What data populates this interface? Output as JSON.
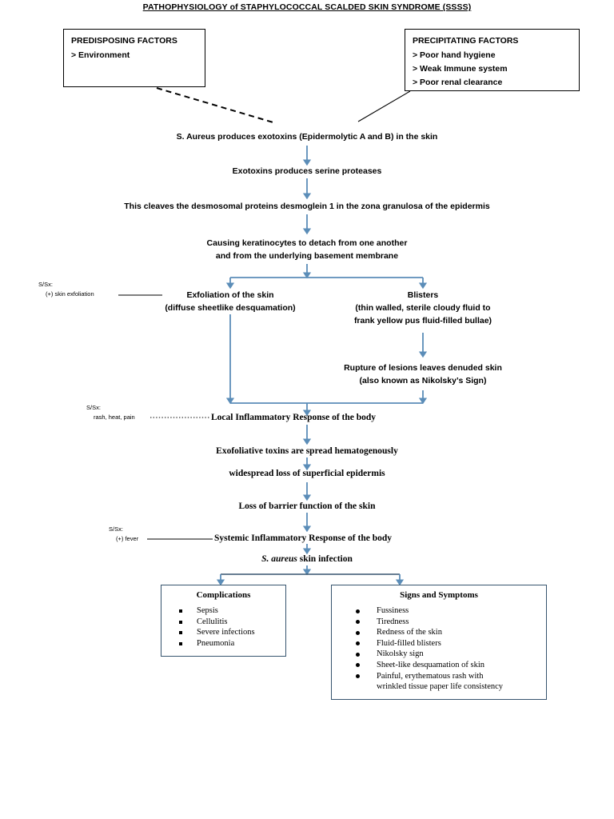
{
  "page": {
    "title": "PATHOPHYSIOLOGY of STAPHYLOCOCCAL SCALDED SKIN SYNDROME (SSSS)"
  },
  "colors": {
    "arrow": "#5b8db8",
    "box_border_dark": "#000000",
    "box_border_blue": "#36546e",
    "text": "#000000",
    "background": "#ffffff"
  },
  "predisposing": {
    "title": "PREDISPOSING FACTORS",
    "items": [
      "> Environment"
    ]
  },
  "precipitating": {
    "title": "PRECIPITATING FACTORS",
    "items": [
      "> Poor hand hygiene",
      "> Weak Immune system",
      "> Poor renal clearance"
    ]
  },
  "flow": {
    "step1": "S. Aureus produces exotoxins (Epidermolytic A and B) in the skin",
    "step2": "Exotoxins produces serine proteases",
    "step3": "This cleaves the desmosomal proteins desmoglein 1 in the zona granulosa of the epidermis",
    "step4_line1": "Causing keratinocytes to detach from one another",
    "step4_line2": "and from the underlying basement membrane",
    "branch_left_line1": "Exfoliation of the skin",
    "branch_left_line2": "(diffuse sheetlike desquamation)",
    "branch_right_line1": "Blisters",
    "branch_right_line2": "(thin walled, sterile cloudy fluid to",
    "branch_right_line3": "frank yellow pus fluid-filled bullae)",
    "rupture_line1": "Rupture of lesions leaves denuded skin",
    "rupture_line2": "(also known as Nikolsky’s Sign)",
    "local_response": "Local Inflammatory Response of the body",
    "hematogenous": "Exofoliative toxins are spread hematogenously",
    "widespread_loss": "widespread loss of superficial epidermis",
    "barrier_loss": "Loss of barrier function of the skin",
    "systemic_response": "Systemic Inflammatory Response of the body",
    "skin_infection_italic": "S. aureus",
    "skin_infection_rest": " skin infection"
  },
  "ssx": {
    "label": "S/Sx:",
    "exfoliation": "(+) skin exfoliation",
    "rash": "rash, heat, pain",
    "fever": "(+) fever"
  },
  "complications": {
    "heading": "Complications",
    "items": [
      "Sepsis",
      "Cellulitis",
      "Severe infections",
      "Pneumonia"
    ]
  },
  "signs_symptoms": {
    "heading": "Signs and Symptoms",
    "items": [
      "Fussiness",
      "Tiredness",
      "Redness of the skin",
      "Fluid-filled blisters",
      "Nikolsky sign",
      "Sheet-like desquamation  of skin",
      "Painful, erythematous rash with"
    ],
    "last_item_wrap": "wrinkled tissue paper life consistency"
  }
}
